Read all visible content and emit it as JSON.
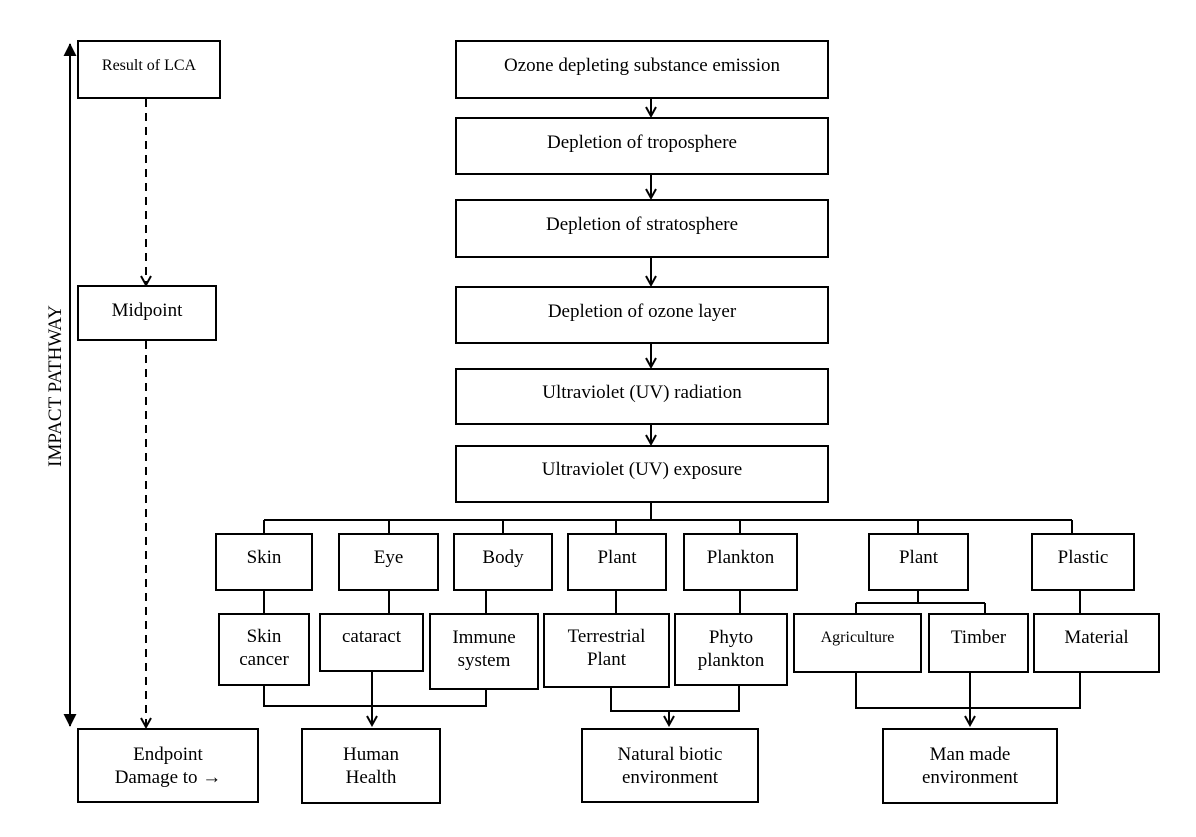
{
  "pathway": {
    "axis_label": "IMPACT PATHWAY",
    "result": "Result of LCA",
    "midpoint": "Midpoint",
    "endpoint": "Endpoint\nDamage to →"
  },
  "chain": [
    "Ozone depleting substance emission",
    "Depletion of troposphere",
    "Depletion of stratosphere",
    "Depletion of ozone layer",
    "Ultraviolet (UV) radiation",
    "Ultraviolet (UV) exposure"
  ],
  "receptors": [
    "Skin",
    "Eye",
    "Body",
    "Plant",
    "Plankton",
    "Plant",
    "Plastic"
  ],
  "effects": [
    "Skin\ncancer",
    "cataract",
    "Immune\nsystem",
    "Terrestrial\nPlant",
    "Phyto\nplankton",
    "Agriculture",
    "Timber",
    "Material"
  ],
  "endpoints": [
    "Human\nHealth",
    "Natural biotic\nenvironment",
    "Man made\nenvironment"
  ]
}
